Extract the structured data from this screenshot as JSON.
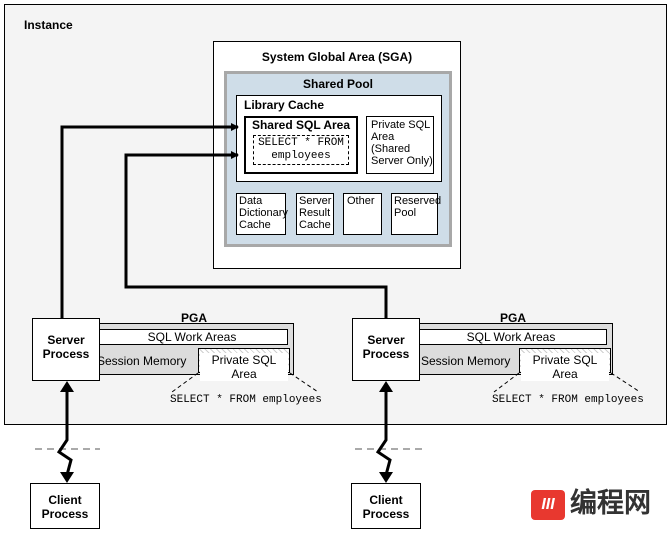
{
  "instance_label": "Instance",
  "sga": {
    "title": "System Global Area (SGA)",
    "shared_pool": {
      "title": "Shared Pool",
      "library_cache": {
        "title": "Library Cache",
        "shared_sql_area": {
          "title": "Shared SQL Area",
          "statement": "SELECT * FROM employees"
        },
        "private_sql_area": "Private SQL Area (Shared Server Only)"
      },
      "components": [
        "Data Dictionary Cache",
        "Server Result Cache",
        "Other",
        "Reserved Pool"
      ]
    }
  },
  "server_processes": [
    {
      "label": "Server Process",
      "pga_label": "PGA",
      "sql_work_areas": "SQL Work Areas",
      "session_memory": "Session Memory",
      "private_sql_area": "Private SQL Area",
      "statement": "SELECT * FROM employees"
    },
    {
      "label": "Server Process",
      "pga_label": "PGA",
      "sql_work_areas": "SQL Work Areas",
      "session_memory": "Session Memory",
      "private_sql_area": "Private SQL Area",
      "statement": "SELECT * FROM employees"
    }
  ],
  "client_processes": [
    {
      "label": "Client Process"
    },
    {
      "label": "Client Process"
    }
  ],
  "watermark": "编程网",
  "colors": {
    "instance_fill": "#f4f4f4",
    "shared_pool_fill": "#cfdde8",
    "shared_pool_border": "#a8a8a8",
    "pga_fill": "#dcdcdc",
    "watermark_red": "#e8382f"
  }
}
